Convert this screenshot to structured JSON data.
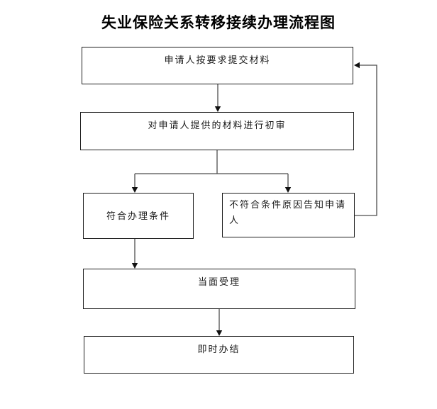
{
  "title": "失业保险关系转移接续办理流程图",
  "nodes": {
    "submit": {
      "label": "申请人按要求提交材料"
    },
    "review": {
      "label": "对申请人提供的材料进行初审"
    },
    "qualified": {
      "label": "符合办理条件"
    },
    "unqualified": {
      "label": "不符合条件原因告知申请人"
    },
    "accept": {
      "label": "当面受理"
    },
    "complete": {
      "label": "即时办结"
    }
  },
  "colors": {
    "background": "#ffffff",
    "box_border": "#1f1f1f",
    "connector": "#4d4d4d",
    "arrowhead": "#111111",
    "text": "#1a1a1a"
  }
}
